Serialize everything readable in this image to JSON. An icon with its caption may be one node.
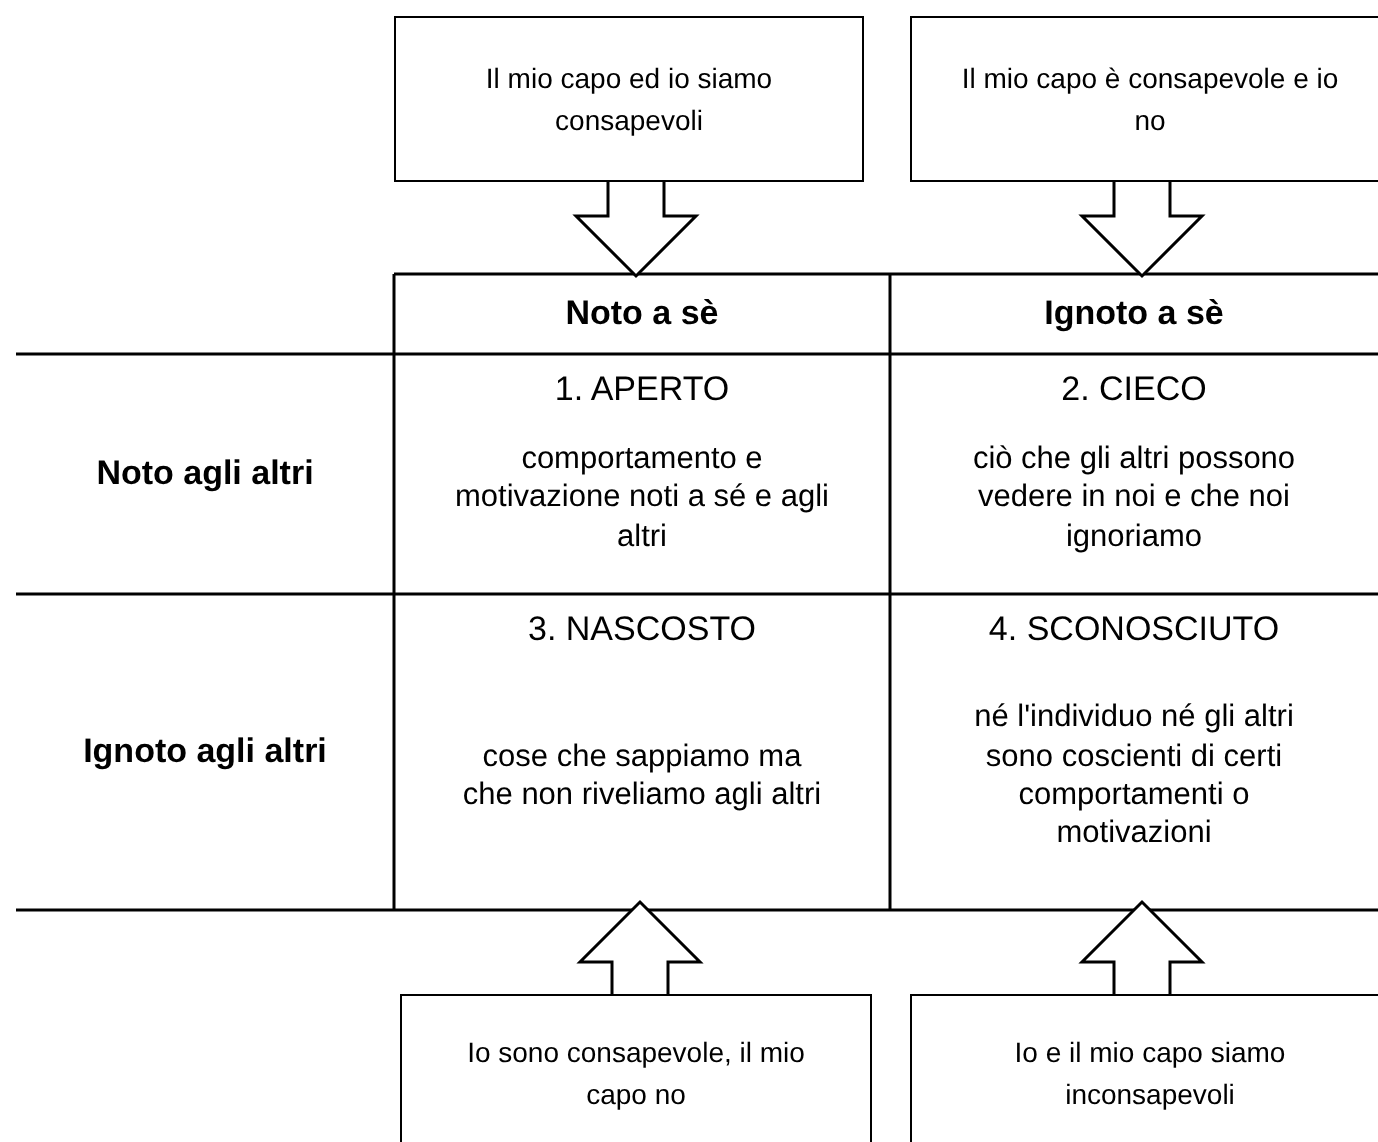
{
  "diagram": {
    "nodes": [
      {
        "text": [
          "Il mio capo ed io siamo consapevoli"
        ]
      },
      {
        "text": [
          "Il mio capo è consapevole e io no"
        ]
      },
      {
        "text": [
          "Noto a sè"
        ]
      },
      {
        "text": [
          "Ignoto a sè"
        ]
      },
      {
        "text": [
          "Noto agli altri"
        ]
      },
      {
        "text": [
          "1. APERTO",
          "comportamento e motivazione noti a sé e agli altri"
        ]
      },
      {
        "text": [
          "2. CIECO",
          "ciò che gli altri possono vedere in noi e che noi ignoriamo"
        ]
      },
      {
        "text": [
          "Ignoto agli altri"
        ]
      },
      {
        "text": [
          "3. NASCOSTO",
          "cose che sappiamo ma che non riveliamo agli altri"
        ]
      },
      {
        "text": [
          "4. SCONOSCIUTO",
          "né l'individuo né gli altri sono coscienti di certi comportamenti o motivazioni"
        ]
      },
      {
        "text": [
          "Io sono consapevole, il mio capo no"
        ]
      },
      {
        "text": [
          "Io e il mio capo siamo inconsapevoli"
        ]
      }
    ],
    "edges": [
      {
        "from": 0,
        "to": 2,
        "arrow": "to"
      },
      {
        "from": 1,
        "to": 3,
        "arrow": "to"
      },
      {
        "from": 10,
        "to": 8,
        "arrow": "to"
      },
      {
        "from": 11,
        "to": 9,
        "arrow": "to"
      }
    ]
  }
}
